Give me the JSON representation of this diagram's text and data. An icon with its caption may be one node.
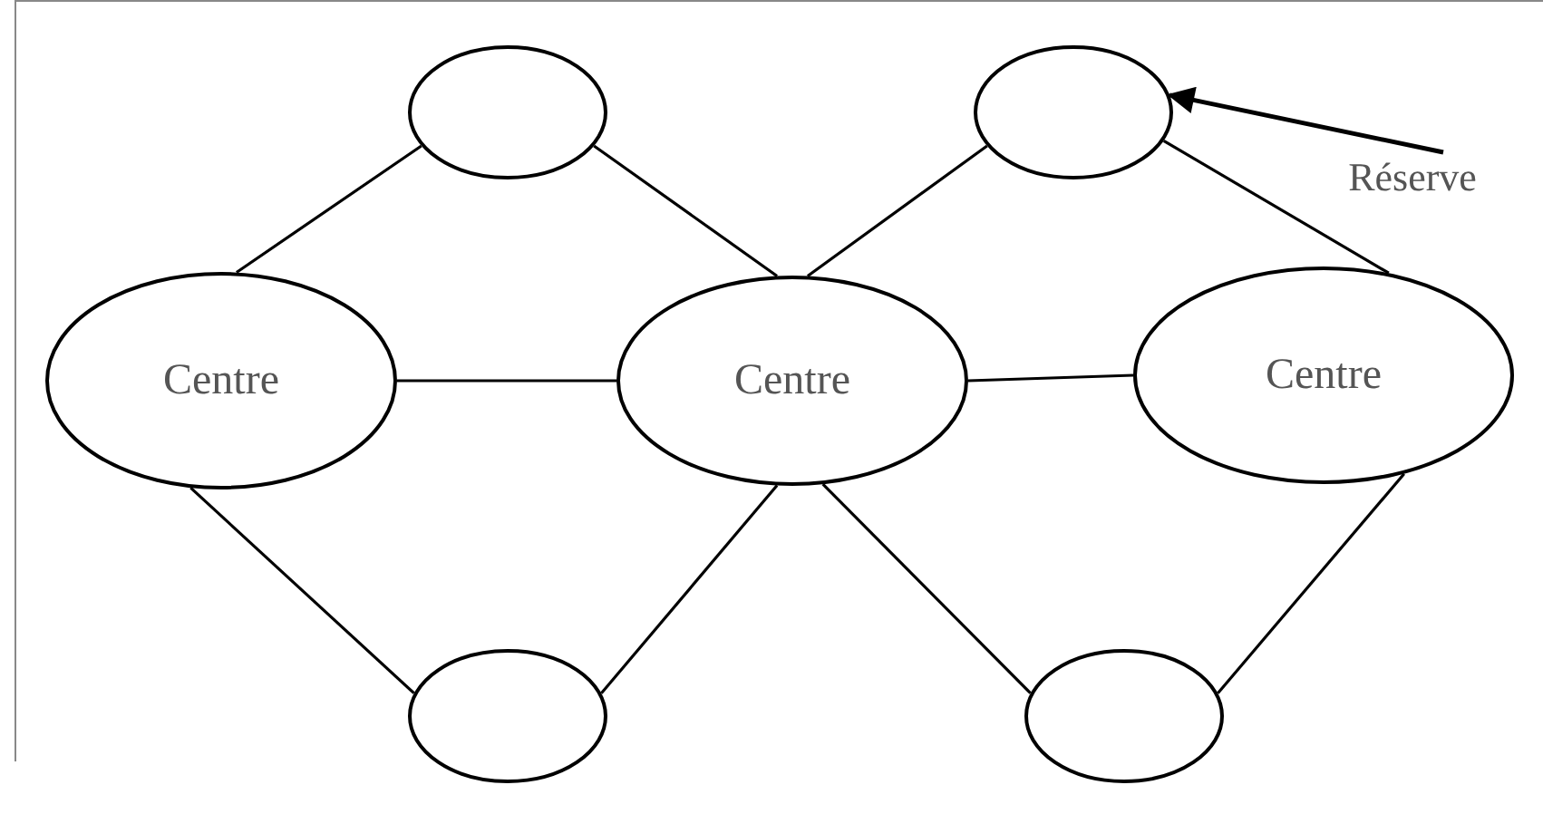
{
  "diagram": {
    "nodes": [
      {
        "text": [],
        "shape": "circle"
      },
      {
        "text": [],
        "shape": "circle"
      },
      {
        "text": [
          "Centre"
        ]
      },
      {
        "text": [
          "Centre"
        ]
      },
      {
        "text": [
          "Centre"
        ]
      },
      {
        "text": [],
        "shape": "circle"
      },
      {
        "text": [],
        "shape": "circle"
      },
      {
        "text": [
          "Réserve"
        ]
      }
    ],
    "edges": [
      {
        "from": 2,
        "to": 0,
        "arrow": "none"
      },
      {
        "from": 0,
        "to": 3,
        "arrow": "none"
      },
      {
        "from": 3,
        "to": 1,
        "arrow": "none"
      },
      {
        "from": 1,
        "to": 4,
        "arrow": "none"
      },
      {
        "from": 2,
        "to": 3,
        "arrow": "none"
      },
      {
        "from": 3,
        "to": 4,
        "arrow": "none"
      },
      {
        "from": 2,
        "to": 5,
        "arrow": "none"
      },
      {
        "from": 5,
        "to": 3,
        "arrow": "none"
      },
      {
        "from": 3,
        "to": 6,
        "arrow": "none"
      },
      {
        "from": 6,
        "to": 4,
        "arrow": "none"
      },
      {
        "from": 7,
        "to": 1,
        "arrow": "to"
      }
    ]
  }
}
